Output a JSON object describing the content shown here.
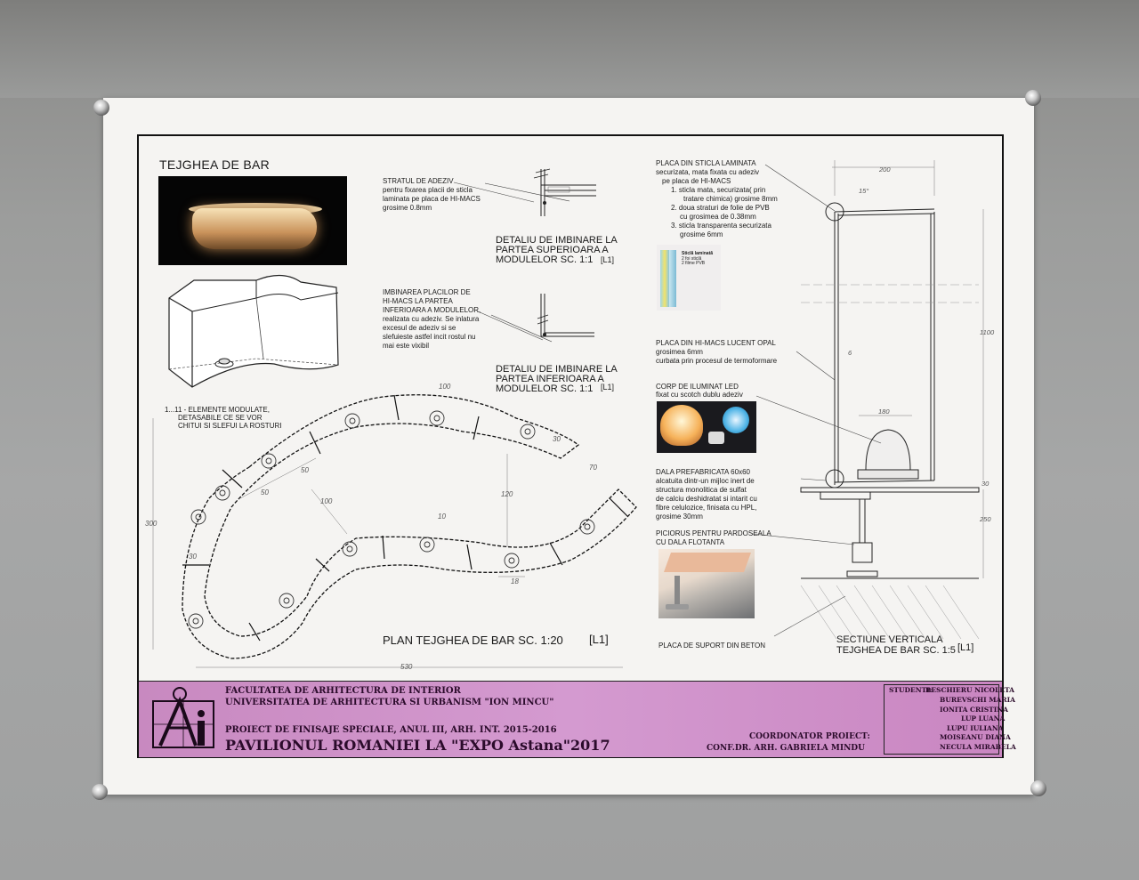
{
  "title": "TEJGHEA DE BAR",
  "notes": {
    "adeziv": [
      "STRATUL DE ADEZIV",
      "pentru fixarea placii de sticla",
      "laminata pe placa de HI-MACS",
      "grosime 0.8mm"
    ],
    "imbinare": [
      "IMBINAREA PLACILOR DE",
      "HI-MACS LA PARTEA",
      "INFERIOARA A MODULELOR,",
      "realizata cu adeziv. Se inlatura",
      "excesul de adeziv si se",
      "slefuieste astfel incit rostul nu",
      "mai este vixibil"
    ],
    "elemente": [
      "1...11 -  ELEMENTE MODULATE,",
      "DETASABILE CE SE VOR",
      "CHITUI SI SLEFUI LA ROSTURI"
    ],
    "sticla": [
      "PLACA DIN STICLA LAMINATA",
      "securizata, mata  fixata cu  adeziv",
      "pe placa de HI-MACS",
      "1.  sticla mata, securizata( prin",
      "tratare chimica) grosime 8mm",
      "2.  doua straturi de folie de PVB",
      "cu grosimea de 0.38mm",
      "3.  sticla transparenta securizata",
      "grosime 6mm"
    ],
    "sticla_photo": [
      "Sticlă laminată",
      "2 foi sticlă",
      "2 filme PVB"
    ],
    "himacs": [
      "PLACA DIN HI-MACS LUCENT OPAL",
      "grosimea 6mm",
      "curbata prin procesul de termoformare"
    ],
    "led": [
      "CORP DE ILUMINAT LED",
      "fixat cu scotch dublu adeziv"
    ],
    "dala": [
      "DALA  PREFABRICATA 60x60",
      "alcatuita dintr-un mijloc inert de",
      "structura monolitica de sulfat",
      "de calciu deshidratat si intarit cu",
      "fibre celulozice, finisata cu HPL,",
      "grosime 30mm"
    ],
    "picior": [
      "PICIORUS PENTRU PARDOSEALA",
      "CU DALA FLOTANTA"
    ],
    "beton": "PLACA DE SUPORT DIN BETON"
  },
  "details": {
    "sup": [
      "DETALIU  DE  IMBINARE LA",
      "PARTEA  SUPERIOARA  A",
      "MODULELOR  SC. 1:1",
      "[L1]"
    ],
    "inf": [
      "DETALIU  DE  IMBINARE LA",
      "PARTEA  INFERIOARA  A",
      "MODULELOR  SC. 1:1",
      "[L1]"
    ]
  },
  "plan": {
    "label": "PLAN TEJGHEA DE BAR  SC. 1:20",
    "ref": "[L1]",
    "dims": [
      "100",
      "300",
      "530",
      "30",
      "50",
      "50",
      "100",
      "120",
      "10",
      "18",
      "70",
      "30"
    ]
  },
  "section": {
    "label": [
      "SECTIUNE  VERTICALA",
      "TEJGHEA DE BAR  SC. 1:5"
    ],
    "ref": "[L1]",
    "dims": [
      "200",
      "15°",
      "1100",
      "180",
      "6",
      "30",
      "250"
    ]
  },
  "titleblock": {
    "faculty": "FACULTATEA DE ARHITECTURA DE INTERIOR",
    "university": "UNIVERSITATEA DE ARHITECTURA SI URBANISM \"ION MINCU\"",
    "project": "PROIECT DE FINISAJE SPECIALE, ANUL III, ARH. INT. 2015-2016",
    "pavilion": "PAVILIONUL ROMANIEI LA \"EXPO Astana\"2017",
    "coord_label": "COORDONATOR PROIECT:",
    "coordinator": "CONF.DR. ARH.  GABRIELA MINDU",
    "students_label": "STUDENTI:",
    "students": [
      "BESCHIERU NICOLETA",
      "BUREVSCHI MARIA",
      "IONITA CRISTINA",
      "LUP LUANA",
      "LUPU IULIANA",
      "MOISEANU DIANA",
      "NECULA MIRABELA"
    ]
  },
  "colors": {
    "titleblock": "#d193cb",
    "wall": "#9c9d9c",
    "paper": "#f5f4f2"
  }
}
